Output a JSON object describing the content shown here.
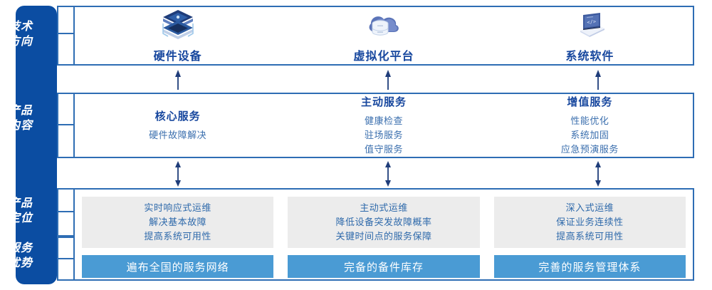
{
  "colors": {
    "sidebar_bg": "#0b4da2",
    "panel_border": "#2e6db4",
    "heading_blue": "#17479e",
    "body_blue": "#3b6fae",
    "gray_box": "#ececec",
    "blue_box": "#4a9bd4",
    "white": "#ffffff"
  },
  "sidebar": {
    "items": [
      {
        "name": "tech-direction",
        "line1": "技术",
        "line2": "方向"
      },
      {
        "name": "product-content",
        "line1": "产品",
        "line2": "内容"
      },
      {
        "name": "product-positioning",
        "line1": "产品",
        "line2": "定位"
      },
      {
        "name": "service-advantage",
        "line1": "服务",
        "line2": "优势"
      }
    ]
  },
  "tech_row": {
    "columns": [
      {
        "icon": "server-stack-icon",
        "label": "硬件设备"
      },
      {
        "icon": "cloud-database-icon",
        "label": "虚拟化平台"
      },
      {
        "icon": "laptop-code-icon",
        "label": "系统软件"
      }
    ]
  },
  "content_row": {
    "columns": [
      {
        "title": "核心服务",
        "items": [
          "硬件故障解决"
        ]
      },
      {
        "title": "主动服务",
        "items": [
          "健康检查",
          "驻场服务",
          "值守服务"
        ]
      },
      {
        "title": "增值服务",
        "items": [
          "性能优化",
          "系统加固",
          "应急预演服务"
        ]
      }
    ]
  },
  "bottom_row": {
    "columns": [
      {
        "positioning": [
          "实时响应式运维",
          "解决基本故障",
          "提高系统可用性"
        ],
        "advantage": "遍布全国的服务网络"
      },
      {
        "positioning": [
          "主动式运维",
          "降低设备突发故障概率",
          "关键时间点的服务保障"
        ],
        "advantage": "完备的备件库存"
      },
      {
        "positioning": [
          "深入式运维",
          "保证业务连续性",
          "提高系统可用性"
        ],
        "advantage": "完善的服务管理体系"
      }
    ]
  },
  "arrows": {
    "up": "arrow-up-icon",
    "up_down": "arrow-up-down-icon",
    "down": "arrow-down-icon"
  }
}
